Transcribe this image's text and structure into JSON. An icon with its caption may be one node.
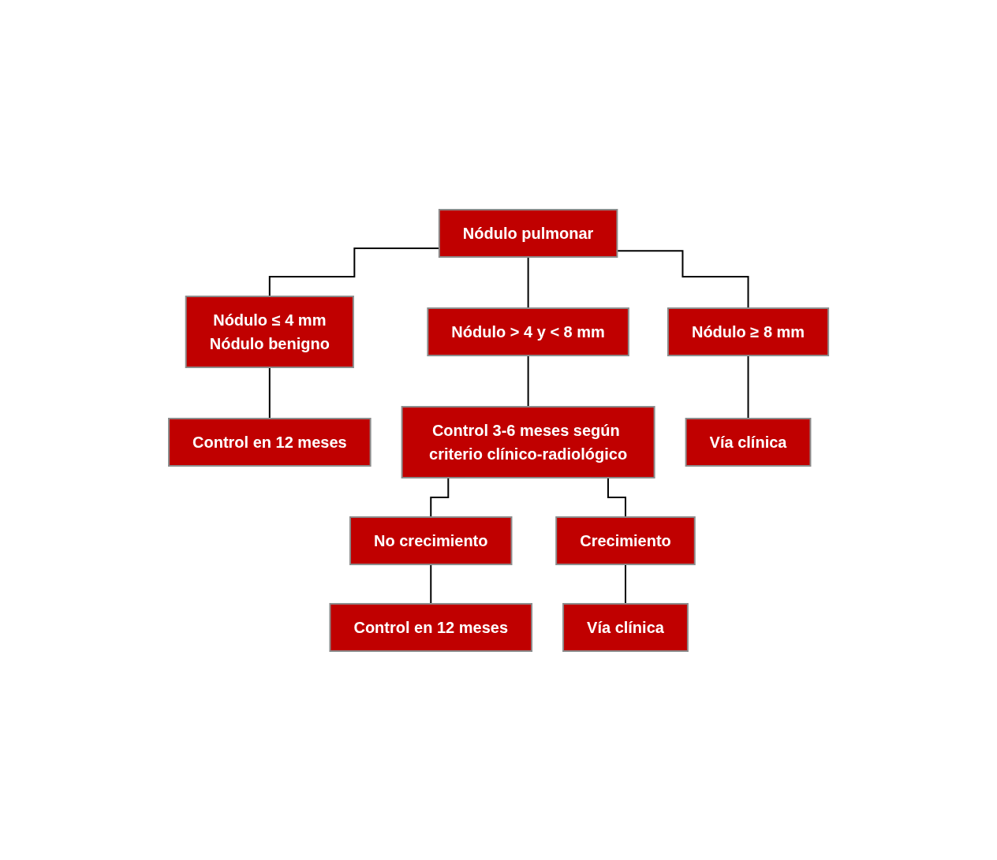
{
  "diagram": {
    "nodes": [
      {
        "text": [
          "Nódulo pulmonar"
        ]
      },
      {
        "text": [
          "Nódulo ≤ 4 mm",
          "Nódulo benigno"
        ]
      },
      {
        "text": [
          "Nódulo > 4 y < 8 mm"
        ]
      },
      {
        "text": [
          "Nódulo ≥ 8 mm"
        ]
      },
      {
        "text": [
          "Control en 12 meses"
        ]
      },
      {
        "text": [
          "Control 3-6 meses según criterio clínico-radiológico"
        ]
      },
      {
        "text": [
          "Vía clínica"
        ]
      },
      {
        "text": [
          "No crecimiento"
        ]
      },
      {
        "text": [
          "Crecimiento"
        ]
      },
      {
        "text": [
          "Control en 12 meses"
        ]
      },
      {
        "text": [
          "Vía clínica"
        ]
      }
    ],
    "edges": [
      {
        "from": 0,
        "to": 1,
        "arrow": "none"
      },
      {
        "from": 0,
        "to": 2,
        "arrow": "none"
      },
      {
        "from": 0,
        "to": 3,
        "arrow": "none"
      },
      {
        "from": 1,
        "to": 4,
        "arrow": "none"
      },
      {
        "from": 2,
        "to": 5,
        "arrow": "none"
      },
      {
        "from": 3,
        "to": 6,
        "arrow": "none"
      },
      {
        "from": 5,
        "to": 7,
        "arrow": "none"
      },
      {
        "from": 5,
        "to": 8,
        "arrow": "none"
      },
      {
        "from": 7,
        "to": 9,
        "arrow": "none"
      },
      {
        "from": 8,
        "to": 10,
        "arrow": "none"
      }
    ]
  }
}
